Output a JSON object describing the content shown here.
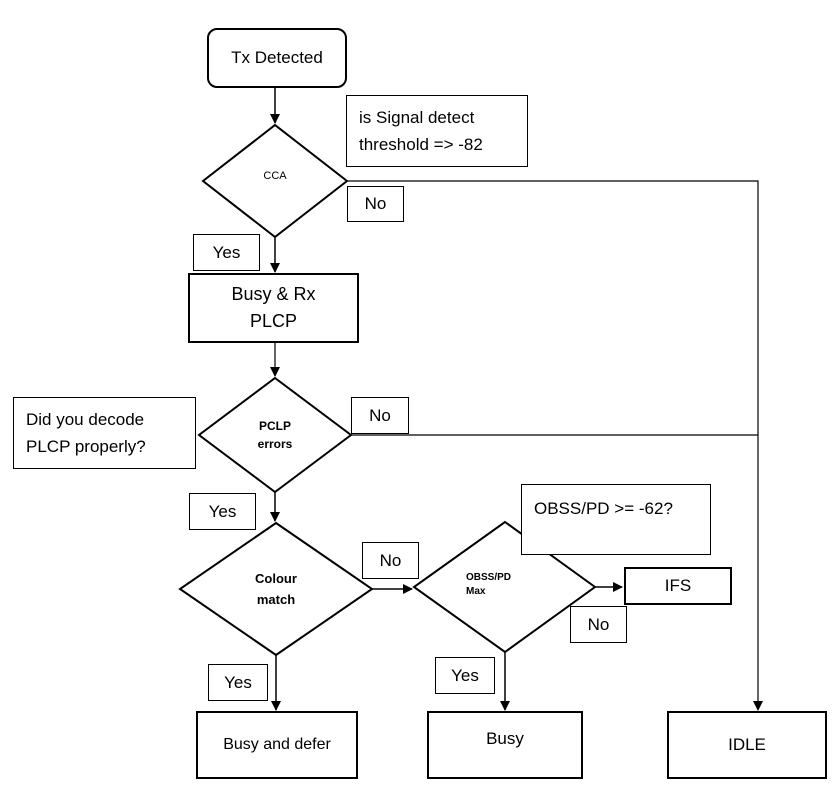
{
  "nodes": {
    "tx_detected": "Tx Detected",
    "cca": "CCA",
    "busy_rx_plcp": "Busy & Rx\nPLCP",
    "pclp_errors": "PCLP\nerrors",
    "colour_match": "Colour\nmatch",
    "obss_pd_max": "OBSS/PD\nMax",
    "ifs": "IFS",
    "busy_and_defer": "Busy and defer",
    "busy": "Busy",
    "idle": "IDLE"
  },
  "callouts": {
    "signal_detect": "is Signal detect\nthreshold => -82",
    "decode_plcp": "Did you decode\nPLCP properly?",
    "obss_pd": "OBSS/PD >= -62?"
  },
  "edge_labels": {
    "cca_no": "No",
    "cca_yes": "Yes",
    "pclp_no": "No",
    "pclp_yes": "Yes",
    "colour_no": "No",
    "colour_yes": "Yes",
    "obss_no": "No",
    "obss_yes": "Yes"
  }
}
